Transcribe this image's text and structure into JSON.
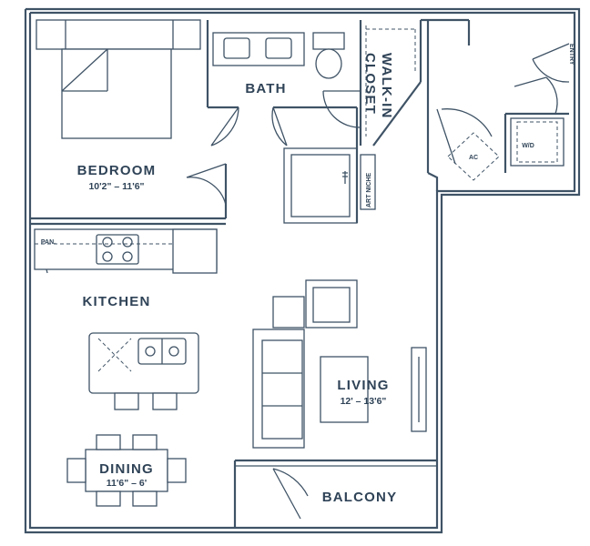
{
  "rooms": {
    "bedroom": {
      "name": "BEDROOM",
      "dimensions": "10'2\" – 11'6\""
    },
    "bath": {
      "name": "BATH"
    },
    "closet": {
      "name_line1": "WALK-IN",
      "name_line2": "CLOSET"
    },
    "art_niche": {
      "name": "ART NICHE"
    },
    "entry": {
      "name": "ENTRY"
    },
    "ac": {
      "name": "AC"
    },
    "washer_dryer": {
      "name": "W/D"
    },
    "pantry": {
      "name": "PAN."
    },
    "kitchen": {
      "name": "KITCHEN"
    },
    "living": {
      "name": "LIVING",
      "dimensions": "12' – 13'6\""
    },
    "dining": {
      "name": "DINING",
      "dimensions": "11'6\" – 6'"
    },
    "balcony": {
      "name": "BALCONY"
    }
  },
  "colors": {
    "line": "#3f5366",
    "text": "#2f4357",
    "background": "#ffffff"
  }
}
